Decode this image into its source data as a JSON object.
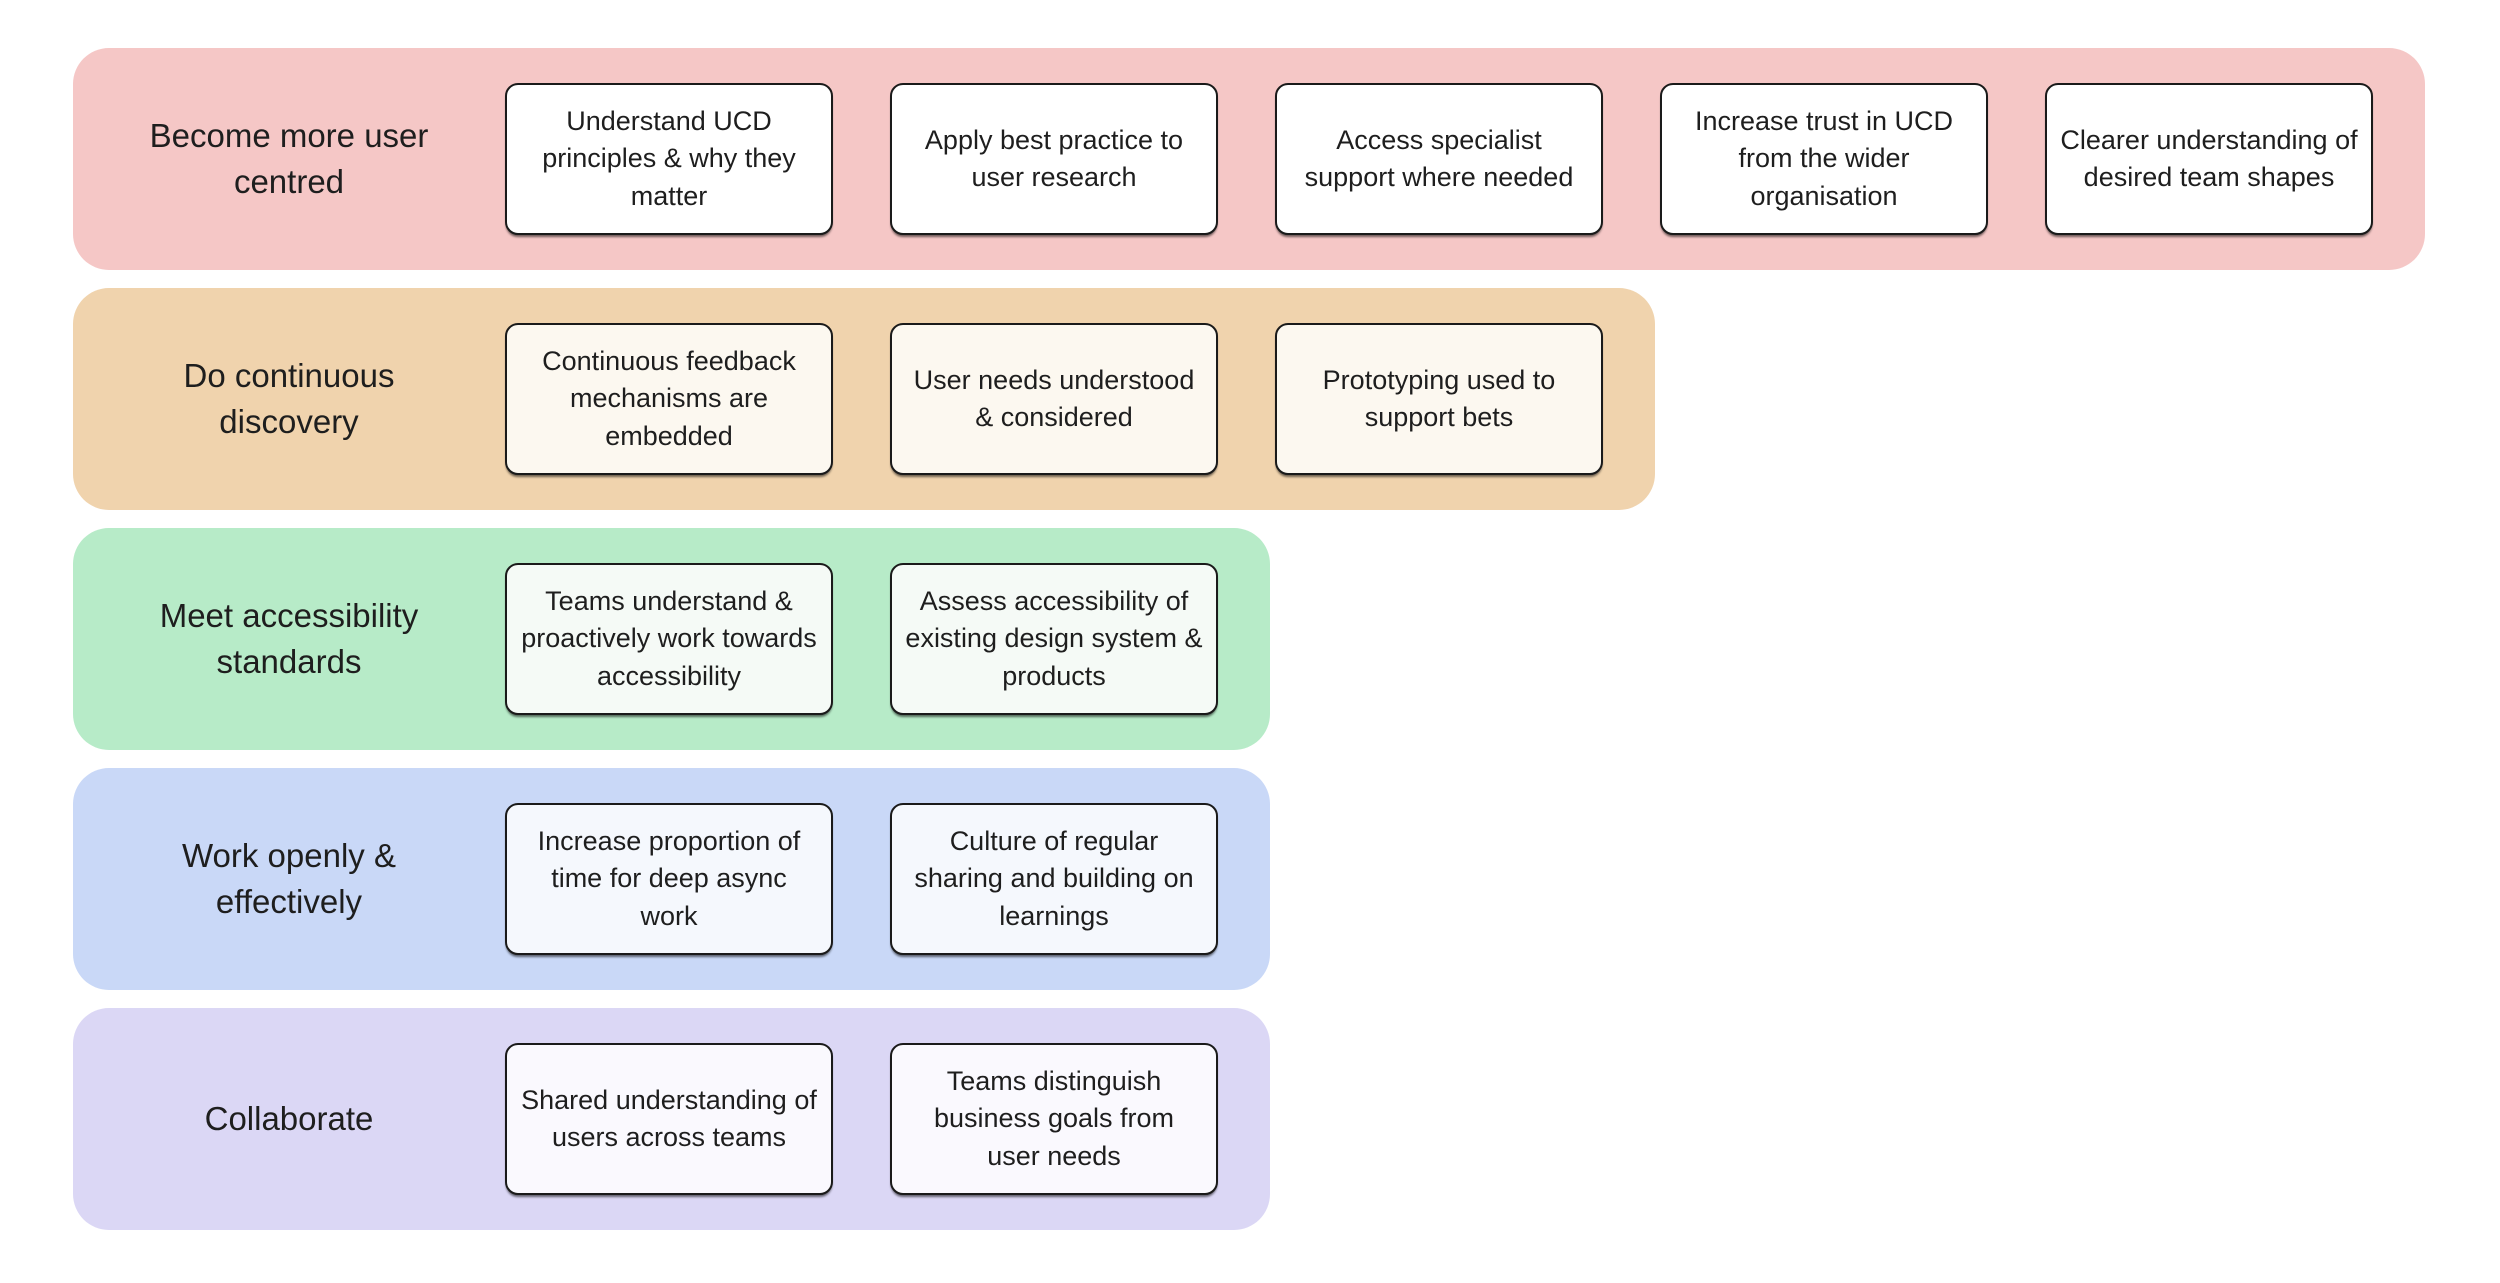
{
  "page": {
    "background": "#FFFFFF",
    "text_color": "#1E1E1E",
    "card_border_color": "#1A1A1A"
  },
  "rows": [
    {
      "label": "Become more user centred",
      "band_color": "#F5C7C6",
      "card_color": "#FFFFFF",
      "cards": [
        "Understand UCD principles & why they matter",
        "Apply best practice to user research",
        "Access specialist support where needed",
        "Increase trust in UCD from the wider organisation",
        "Clearer understanding of desired team shapes"
      ]
    },
    {
      "label": "Do continuous discovery",
      "band_color": "#F0D3AD",
      "card_color": "#FCF8F0",
      "cards": [
        "Continuous feedback mechanisms are embedded",
        "User needs understood & considered",
        "Prototyping used to support bets"
      ]
    },
    {
      "label": "Meet accessibility standards",
      "band_color": "#B7EBC8",
      "card_color": "#F5FAF6",
      "cards": [
        "Teams understand & proactively work towards accessibility",
        "Assess accessibility of existing design system & products"
      ]
    },
    {
      "label": "Work openly & effectively",
      "band_color": "#C9D8F7",
      "card_color": "#F5F8FD",
      "cards": [
        "Increase proportion of time for deep async work",
        "Culture of regular sharing and building on learnings"
      ]
    },
    {
      "label": "Collaborate",
      "band_color": "#DBD7F5",
      "card_color": "#FAF9FE",
      "cards": [
        "Shared understanding of users across teams",
        "Teams distinguish business goals from user needs"
      ]
    }
  ]
}
